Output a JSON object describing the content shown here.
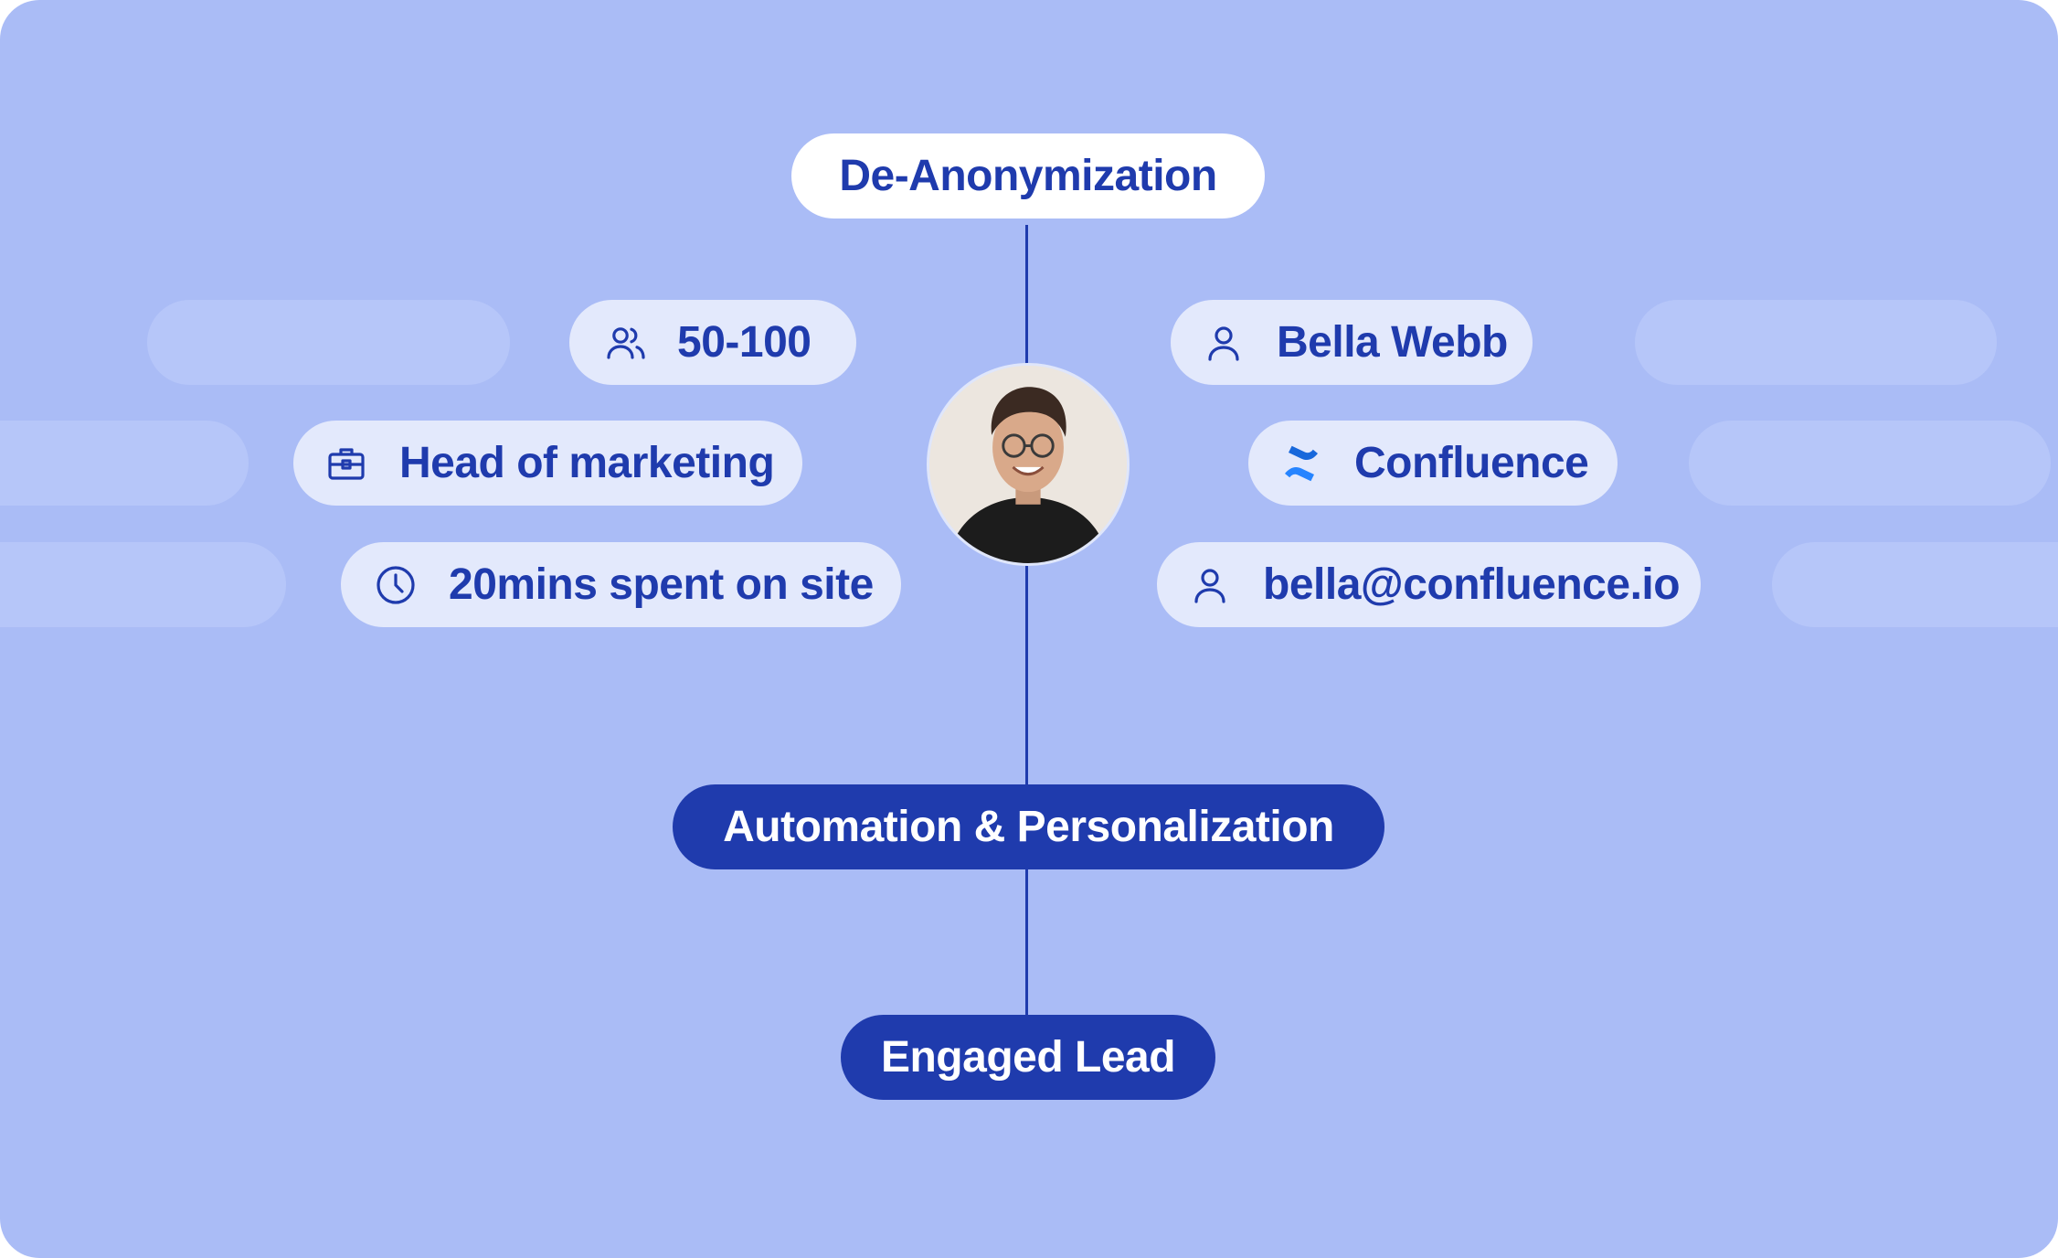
{
  "stages": {
    "top": "De-Anonymization",
    "middle": "Automation & Personalization",
    "bottom": "Engaged Lead"
  },
  "left_tags": [
    {
      "label": "50-100",
      "icon": "users-icon"
    },
    {
      "label": "Head of marketing",
      "icon": "briefcase-icon"
    },
    {
      "label": "20mins spent on site",
      "icon": "clock-icon"
    }
  ],
  "right_tags": [
    {
      "label": "Bella Webb",
      "icon": "user-icon"
    },
    {
      "label": "Confluence",
      "icon": "confluence-logo-icon"
    },
    {
      "label": "bella@confluence.io",
      "icon": "user-icon"
    }
  ],
  "avatar": {
    "icon": "person-photo"
  },
  "colors": {
    "background": "#aabcf6",
    "primary": "#1f3bad",
    "tag_background": "#e3e9fc",
    "ghost_pill": "#b6c6f9",
    "confluence_blue": "#2684ff"
  }
}
